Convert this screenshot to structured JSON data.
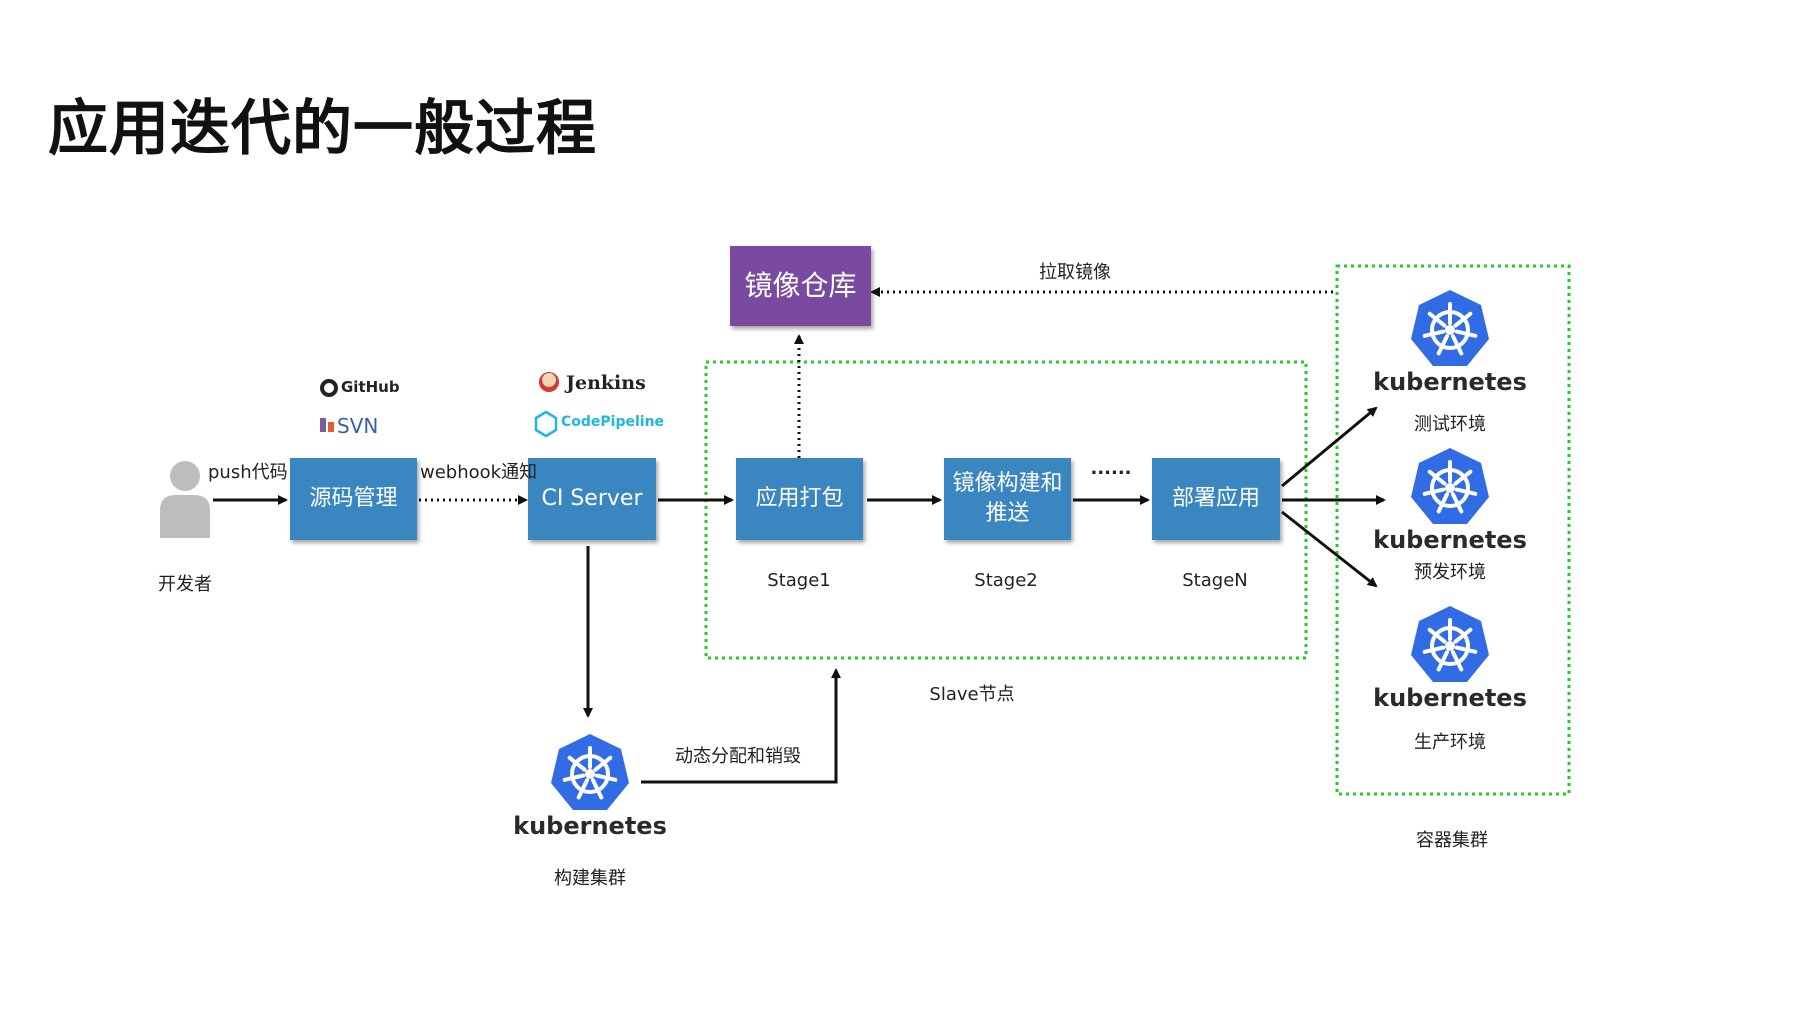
{
  "title": "应用迭代的一般过程",
  "developer": {
    "label": "开发者",
    "arrow_label": "push代码"
  },
  "source_control": {
    "label": "源码管理",
    "logos": [
      "GitHub",
      "SVN"
    ]
  },
  "ci": {
    "label": "CI Server",
    "arrow_label": "webhook通知",
    "logos": [
      "Jenkins",
      "CodePipeline"
    ]
  },
  "registry": {
    "label": "镜像仓库",
    "pull_label": "拉取镜像"
  },
  "pipeline": {
    "stages": [
      {
        "label": "应用打包",
        "stage": "Stage1"
      },
      {
        "label": "镜像构建和\n推送",
        "stage": "Stage2"
      },
      {
        "label": "部署应用",
        "stage": "StageN"
      }
    ],
    "ellipsis": "......",
    "group_label": "Slave节点"
  },
  "build_cluster": {
    "name": "kubernetes",
    "label": "构建集群",
    "arrow_label": "动态分配和销毁"
  },
  "clusters": {
    "group_label": "容器集群",
    "items": [
      {
        "name": "kubernetes",
        "env": "测试环境"
      },
      {
        "name": "kubernetes",
        "env": "预发环境"
      },
      {
        "name": "kubernetes",
        "env": "生产环境"
      }
    ]
  },
  "colors": {
    "box_blue": "#3a86c0",
    "registry_purple": "#7a4aa0",
    "group_green": "#22cc22",
    "k8s_blue": "#326ce5"
  }
}
